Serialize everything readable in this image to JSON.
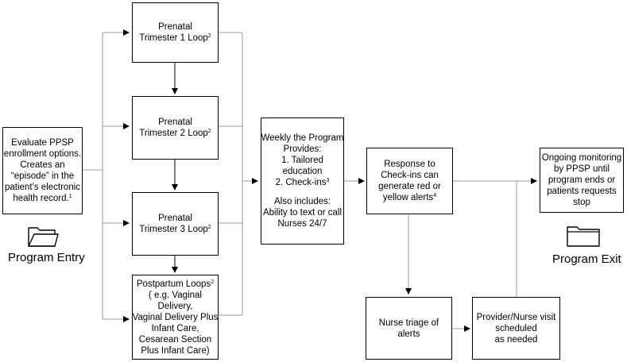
{
  "boxes": {
    "evaluate": {
      "lines": [
        {
          "text": "Evaluate PPSP"
        },
        {
          "text": "enrollment options."
        },
        {
          "text": "Creates an"
        },
        {
          "text": "“episode” in the"
        },
        {
          "text": "patient’s electronic"
        },
        {
          "text": "health record.",
          "sup": "1"
        }
      ]
    },
    "trimester1": {
      "lines": [
        {
          "text": "Prenatal"
        },
        {
          "text": "Trimester 1 Loop",
          "sup": "2"
        }
      ]
    },
    "trimester2": {
      "lines": [
        {
          "text": "Prenatal"
        },
        {
          "text": "Trimester 2 Loop",
          "sup": "2"
        }
      ]
    },
    "trimester3": {
      "lines": [
        {
          "text": "Prenatal"
        },
        {
          "text": "Trimester 3 Loop",
          "sup": "2"
        }
      ]
    },
    "postpartum": {
      "lines": [
        {
          "text": "Postpartum Loops",
          "sup": "2"
        },
        {
          "text": "( e.g. Vaginal"
        },
        {
          "text": "Delivery,"
        },
        {
          "text": "Vaginal Delivery Plus"
        },
        {
          "text": "Infant Care,"
        },
        {
          "text": "Cesarean Section"
        },
        {
          "text": "Plus Infant Care)"
        }
      ]
    },
    "weekly": {
      "lines": [
        {
          "text": "Weekly the Program"
        },
        {
          "text": "Provides:"
        },
        {
          "text": "1. Tailored"
        },
        {
          "text": "education"
        },
        {
          "text": "2. Check-ins",
          "sup": "3"
        },
        {
          "text": "",
          "gap": true
        },
        {
          "text": "Also includes:"
        },
        {
          "text": "Ability to text or call"
        },
        {
          "text": "Nurses 24/7"
        }
      ]
    },
    "response": {
      "lines": [
        {
          "text": "Response to"
        },
        {
          "text": "Check-ins can"
        },
        {
          "text": "generate red or"
        },
        {
          "text": "yellow alerts",
          "sup": "4"
        }
      ]
    },
    "ongoing": {
      "lines": [
        {
          "text": "Ongoing monitoring"
        },
        {
          "text": "by PPSP until"
        },
        {
          "text": "program ends or"
        },
        {
          "text": "patients requests"
        },
        {
          "text": "stop"
        }
      ]
    },
    "triage": {
      "lines": [
        {
          "text": "Nurse triage of"
        },
        {
          "text": "alerts"
        }
      ]
    },
    "visit": {
      "lines": [
        {
          "text": "Provider/Nurse visit"
        },
        {
          "text": "scheduled"
        },
        {
          "text": "as needed"
        }
      ]
    }
  },
  "captions": {
    "entry": "Program Entry",
    "exit": "Program Exit"
  },
  "icons": {
    "entry": "open-folder-icon",
    "exit": "closed-folder-icon"
  },
  "colors": {
    "line": "#9a9a9a",
    "arrow": "#000000",
    "border": "#000000"
  }
}
